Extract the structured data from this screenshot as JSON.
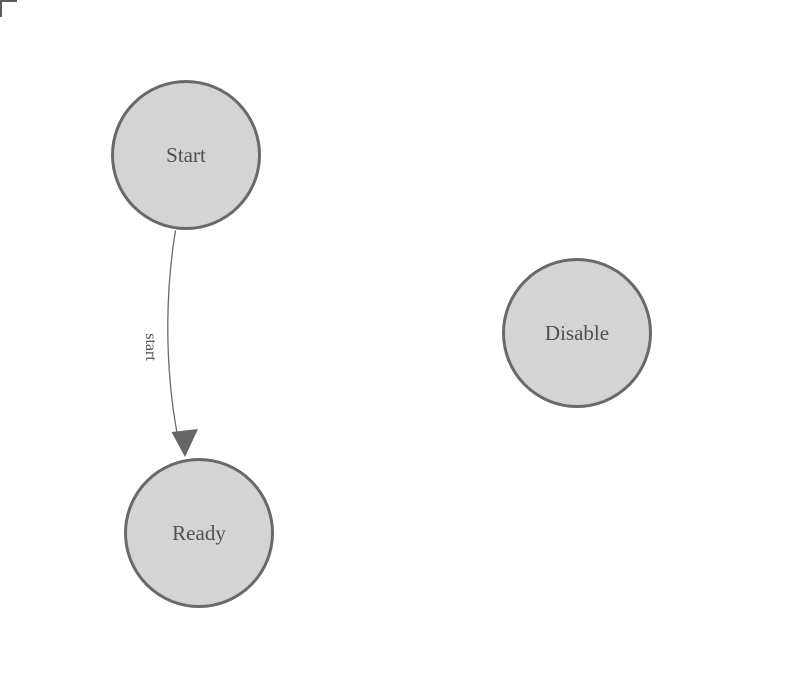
{
  "diagram": {
    "nodes": [
      {
        "id": "start",
        "label": "Start"
      },
      {
        "id": "ready",
        "label": "Ready"
      },
      {
        "id": "disable",
        "label": "Disable"
      }
    ],
    "edges": [
      {
        "from": "Start",
        "to": "Ready",
        "label": "start"
      }
    ],
    "colors": {
      "background": "#ffffff",
      "node_fill": "#d4d4d4",
      "node_stroke": "#696969",
      "label_text": "#4f4f4f",
      "edge_stroke": "#6a6a6a",
      "arrowhead_fill": "#666666",
      "corner_mark": "#5c5c5c"
    }
  }
}
